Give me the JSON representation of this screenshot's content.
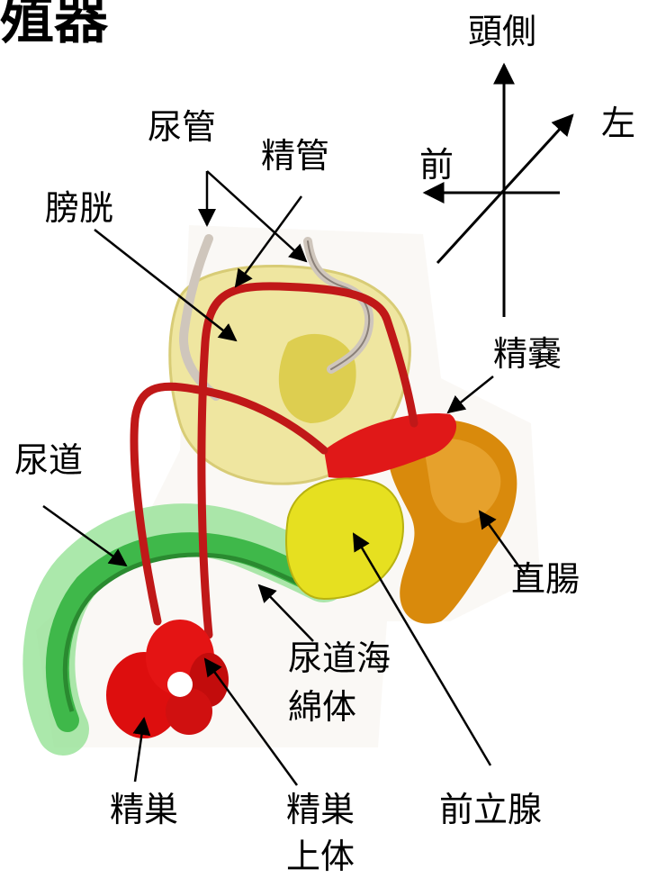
{
  "title": "生殖器",
  "orientation": {
    "head": "頭側",
    "left": "左",
    "front": "前"
  },
  "labels": {
    "ureter": "尿管",
    "vas_deferens": "精管",
    "bladder": "膀胱",
    "seminal_vesicle": "精嚢",
    "urethra": "尿道",
    "rectum": "直腸",
    "corpus_spongiosum_1": "尿道海",
    "corpus_spongiosum_2": "綿体",
    "testis": "精巣",
    "epididymis_1": "精巣",
    "epididymis_2": "上体",
    "prostate": "前立腺"
  },
  "colors": {
    "bladder": "#efe6a0",
    "vas_deferens": "#c01818",
    "urethra": "#58c858",
    "prostate": "#e6e020",
    "seminal_vesicle": "#e01818",
    "rectum": "#d88808",
    "testis": "#dd0e0e",
    "ureter": "#cfc6bc"
  }
}
